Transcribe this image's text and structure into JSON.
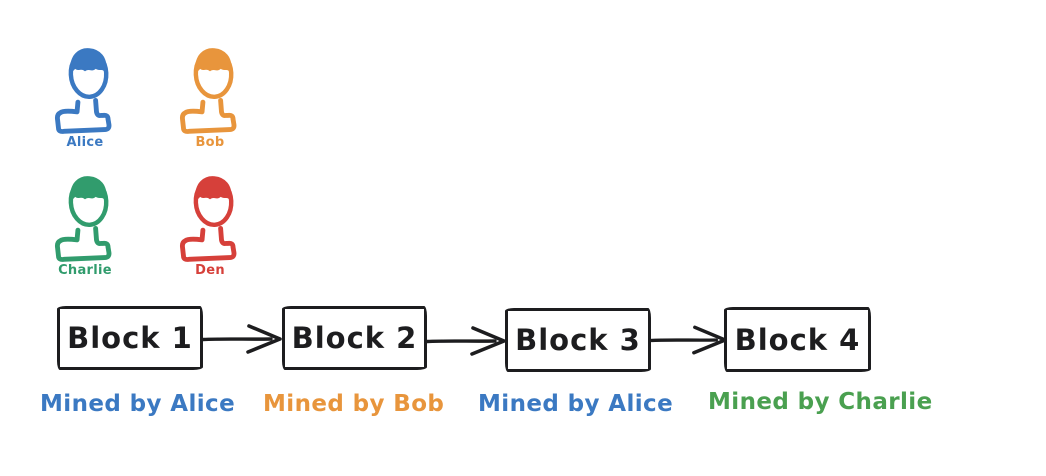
{
  "canvas": {
    "background": "#ffffff"
  },
  "users": [
    {
      "name": "Alice",
      "color": "#3b79c2"
    },
    {
      "name": "Bob",
      "color": "#e8953c"
    },
    {
      "name": "Charlie",
      "color": "#319c6d"
    },
    {
      "name": "Den",
      "color": "#d6403a"
    }
  ],
  "blockchain": {
    "block_color": "#1d1d1f",
    "arrow_color": "#1d1d1f",
    "blocks": [
      {
        "label": "Block 1",
        "miner_label": "Mined by Alice",
        "miner_color": "#3b79c2"
      },
      {
        "label": "Block 2",
        "miner_label": "Mined by Bob",
        "miner_color": "#e8953c"
      },
      {
        "label": "Block 3",
        "miner_label": "Mined by Alice",
        "miner_color": "#3b79c2"
      },
      {
        "label": "Block 4",
        "miner_label": "Mined by Charlie",
        "miner_color": "#4aa050"
      }
    ]
  }
}
